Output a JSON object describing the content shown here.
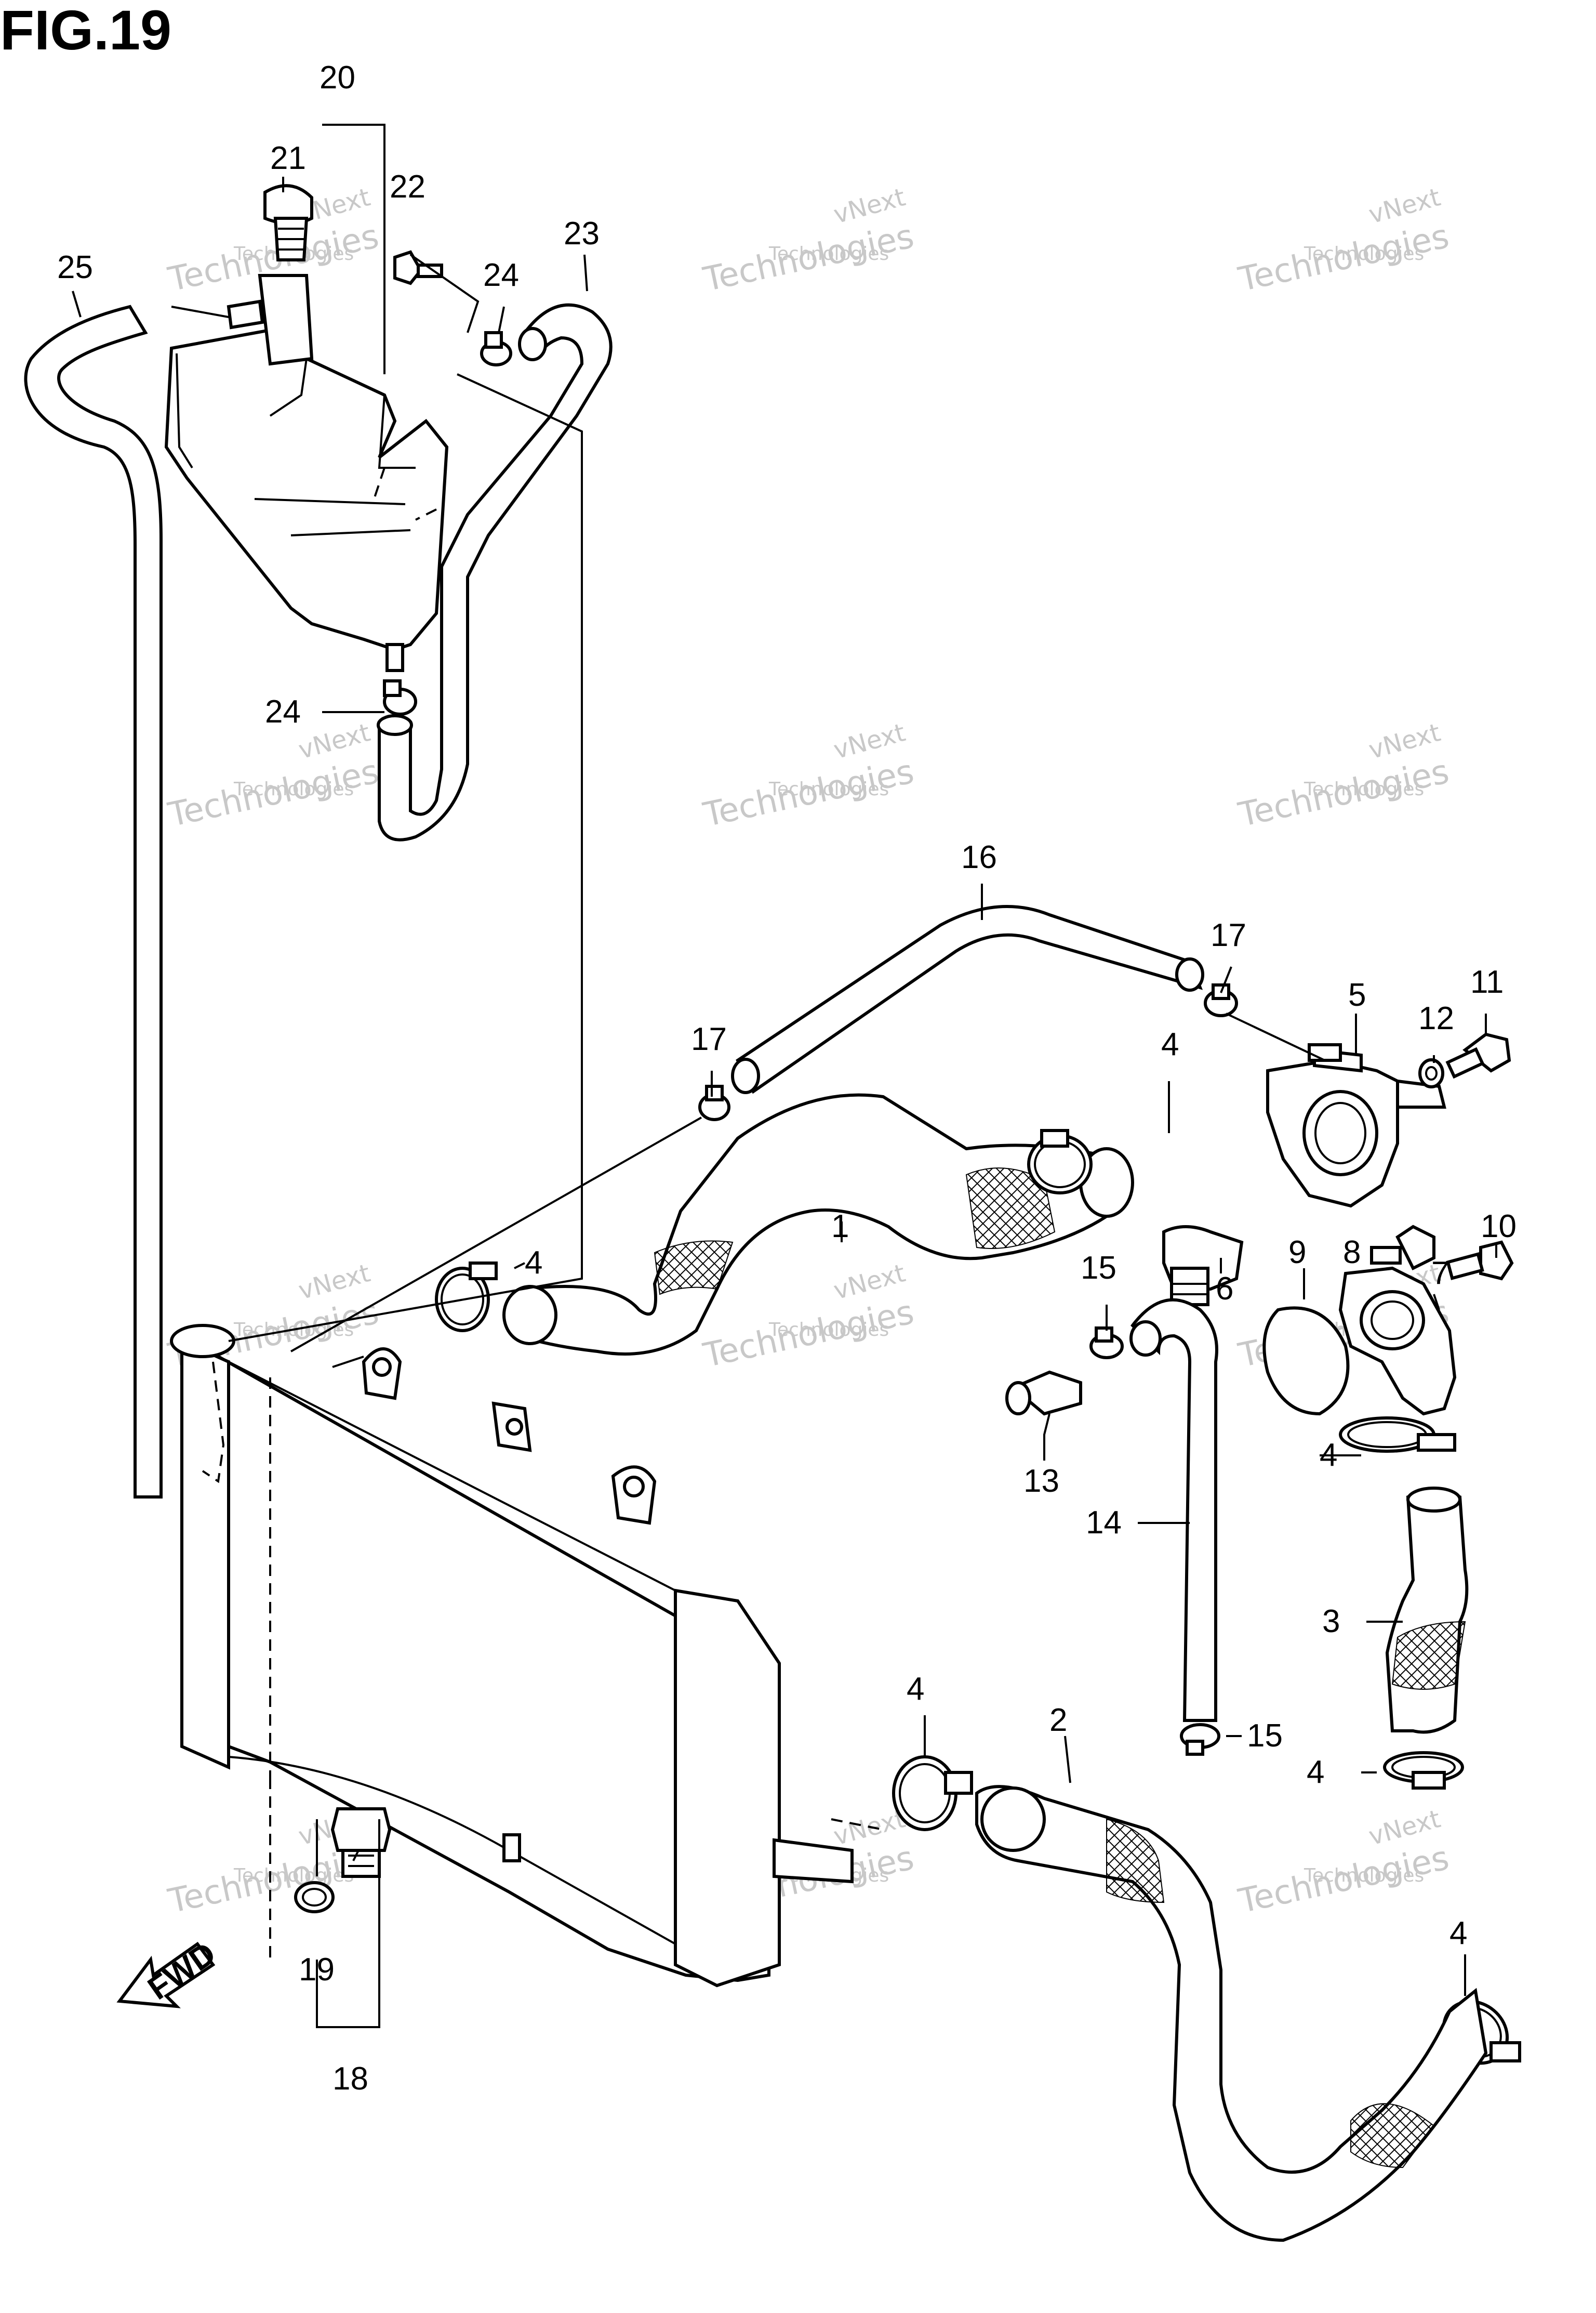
{
  "figure": {
    "title": "FIG.19"
  },
  "watermark": {
    "line1": "vNext",
    "line2": "Technologies",
    "line3": "Technologies"
  },
  "callouts": {
    "c1": "1",
    "c2": "2",
    "c3": "3",
    "c4a": "4",
    "c4b": "4",
    "c4c": "4",
    "c4d": "4",
    "c4e": "4",
    "c4f": "4",
    "c5": "5",
    "c6": "6",
    "c7": "7",
    "c8": "8",
    "c9": "9",
    "c10": "10",
    "c11": "11",
    "c12": "12",
    "c13": "13",
    "c14": "14",
    "c15a": "15",
    "c15b": "15",
    "c16": "16",
    "c17a": "17",
    "c17b": "17",
    "c18": "18",
    "c19": "19",
    "c20": "20",
    "c21": "21",
    "c22": "22",
    "c23": "23",
    "c24a": "24",
    "c24b": "24",
    "c25": "25"
  },
  "direction_marker": {
    "label": "FWD",
    "icon": "fwd-arrow-icon"
  },
  "colors": {
    "ink": "#000000",
    "paper": "#ffffff",
    "watermark": "#c8c8c8"
  }
}
